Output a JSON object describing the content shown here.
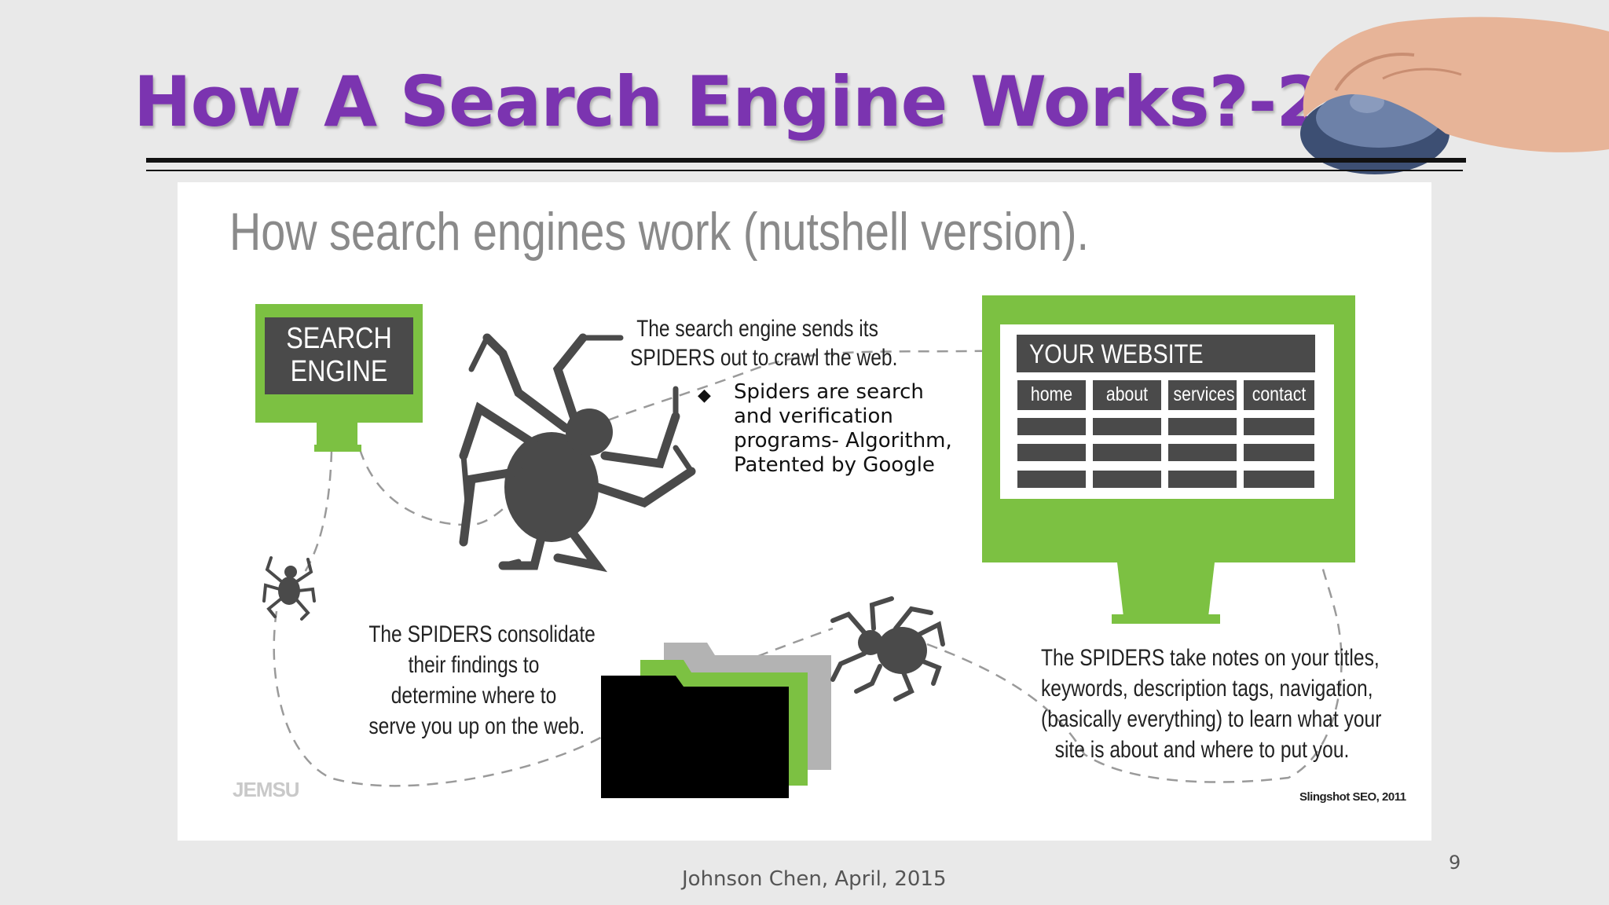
{
  "slide": {
    "title": "How A Search Engine Works?-2",
    "footer": "Johnson Chen, April, 2015",
    "page_number": "9"
  },
  "infographic": {
    "title": "How search engines work (nutshell version).",
    "search_engine_label": [
      "SEARCH",
      "ENGINE"
    ],
    "step1": [
      "The search engine sends its",
      "SPIDERS out to crawl the web."
    ],
    "bullet": [
      "Spiders are search",
      "and verification",
      "programs- Algorithm,",
      "Patented by Google"
    ],
    "website_label": "YOUR WEBSITE",
    "nav": [
      "home",
      "about",
      "services",
      "contact"
    ],
    "step2": [
      "The SPIDERS take notes on your titles,",
      "keywords, description tags, navigation,",
      "(basically everything) to learn what your",
      "site is about and where to put you."
    ],
    "step3": [
      "The SPIDERS consolidate",
      "their findings to",
      "determine where to",
      "serve you up on the web."
    ],
    "logo_text": "JEMSU",
    "credit": "Slingshot SEO, 2011"
  },
  "colors": {
    "title_purple": "#7b34b0",
    "green": "#7cc142",
    "dark_gray": "#4a4a4a",
    "black": "#000000"
  },
  "icons": [
    "spider-icon",
    "folder-icon",
    "monitor-icon",
    "computer-mouse-hand-icon"
  ]
}
